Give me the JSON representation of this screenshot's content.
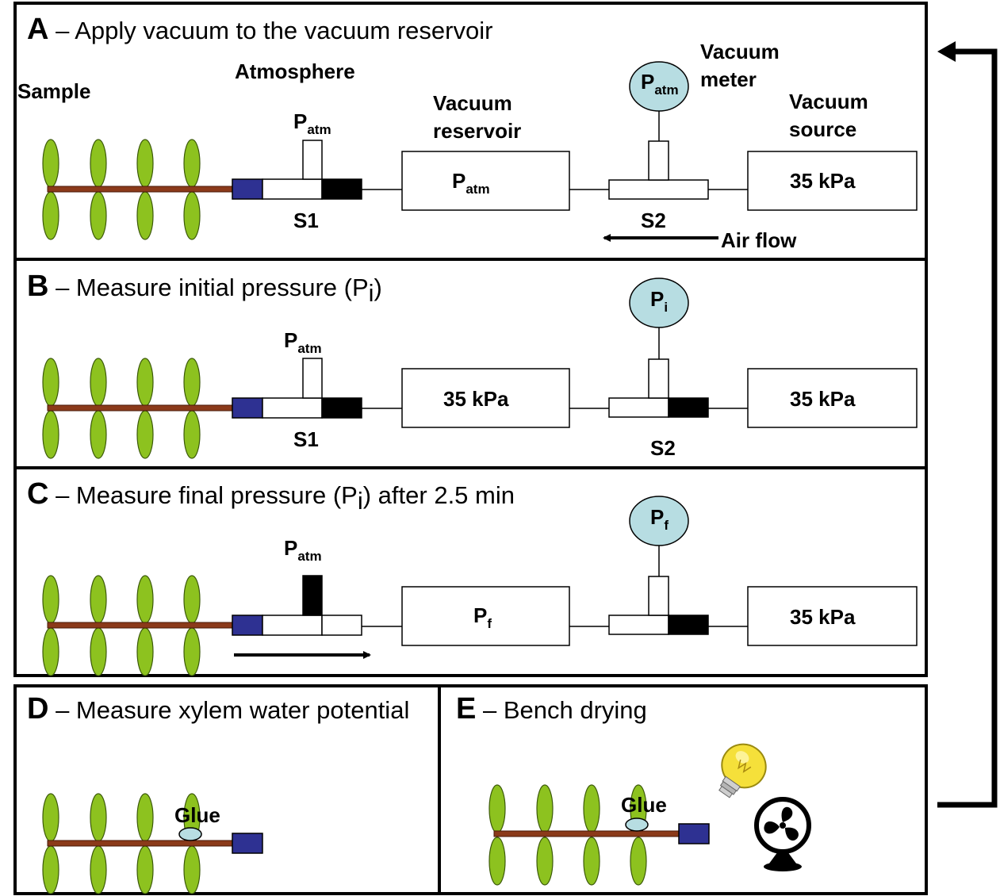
{
  "panels": {
    "a": {
      "letter": "A",
      "title": " – Apply vacuum to the vacuum reservoir",
      "sample_label": "Sample",
      "atmosphere_label": "Atmosphere",
      "s1_label": "S1",
      "s1_pressure": {
        "main": "P",
        "sub": "atm"
      },
      "reservoir_label_line1": "Vacuum",
      "reservoir_label_line2": "reservoir",
      "reservoir_value": {
        "main": "P",
        "sub": "atm"
      },
      "meter_label_line1": "Vacuum",
      "meter_label_line2": "meter",
      "meter_value": {
        "main": "P",
        "sub": "atm"
      },
      "source_label_line1": "Vacuum",
      "source_label_line2": "source",
      "source_value": "35 kPa",
      "s2_label": "S2",
      "airflow_label": "Air flow"
    },
    "b": {
      "letter": "B",
      "title_main": " – Measure initial pressure (P",
      "title_sub": "i",
      "title_end": ")",
      "s1_label": "S1",
      "s1_pressure": {
        "main": "P",
        "sub": "atm"
      },
      "reservoir_value": "35 kPa",
      "meter_value": {
        "main": "P",
        "sub": "i"
      },
      "source_value": "35 kPa",
      "s2_label": "S2"
    },
    "c": {
      "letter": "C",
      "title_main": " – Measure final pressure (P",
      "title_sub": "i",
      "title_end": ") after 2.5 min",
      "s1_pressure": {
        "main": "P",
        "sub": "atm"
      },
      "reservoir_value": {
        "main": "P",
        "sub": "f"
      },
      "meter_value": {
        "main": "P",
        "sub": "f"
      },
      "source_value": "35 kPa"
    },
    "d": {
      "letter": "D",
      "title": " – Measure xylem water potential",
      "glue_label": "Glue"
    },
    "e": {
      "letter": "E",
      "title": " – Bench drying",
      "glue_label": "Glue"
    }
  },
  "colors": {
    "leaf": "#8dc21f",
    "stem": "#8b3a1a",
    "tube_connector": "#2e3192",
    "gauge": "#b7dde2",
    "valve_closed": "#000000",
    "bulb": "#f5e03a"
  },
  "icons": [
    "lightbulb-icon",
    "fan-icon",
    "cycle-arrow-icon"
  ]
}
